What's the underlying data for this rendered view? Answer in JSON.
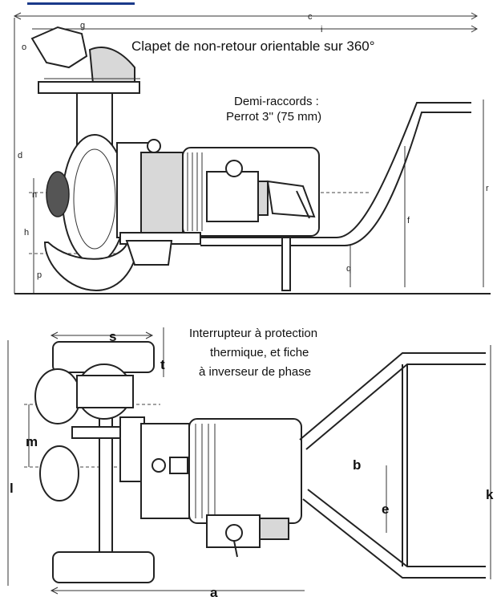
{
  "annotations": {
    "check_valve": "Clapet de non-retour orientable sur 360°",
    "half_couplings_line1": "Demi-raccords :",
    "half_couplings_line2": "Perrot 3'' (75 mm)",
    "switch_line1": "Interrupteur à protection",
    "switch_line2": "thermique, et fiche",
    "switch_line3": "à inverseur de phase"
  },
  "dimension_letters": {
    "g": "g",
    "c": "c",
    "i": "i",
    "o": "o",
    "d": "d",
    "n": "n",
    "h": "h",
    "p": "p",
    "q": "q",
    "f": "f",
    "r": "r",
    "s": "s",
    "t": "t",
    "m": "m",
    "l": "l",
    "b": "b",
    "e": "e",
    "k": "k",
    "a": "a"
  },
  "colors": {
    "line": "#222222",
    "header_bar": "#1a3a8a"
  }
}
